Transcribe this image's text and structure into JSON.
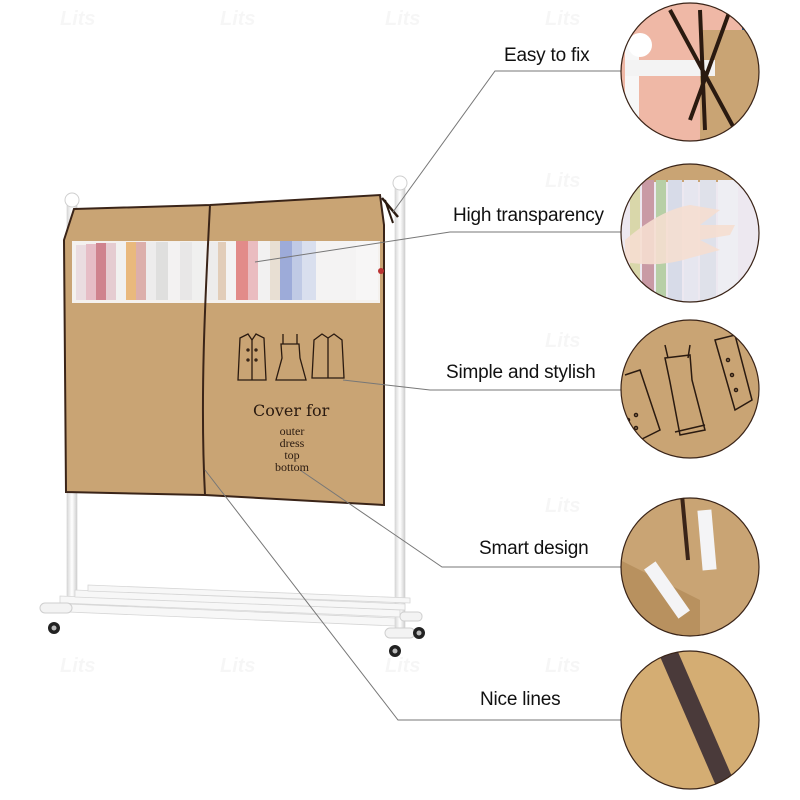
{
  "product": {
    "name": "Garment rack dust cover",
    "cover_text": {
      "title": "Cover for",
      "items": [
        "outer",
        "dress",
        "top",
        "bottom"
      ]
    },
    "watermark": "Lits"
  },
  "callouts": [
    {
      "label": "Easy to fix",
      "detail": "tie-strap-closeup"
    },
    {
      "label": "High transparency",
      "detail": "transparent-window-closeup"
    },
    {
      "label": "Simple and stylish",
      "detail": "clothing-print-closeup"
    },
    {
      "label": "Smart design",
      "detail": "velcro-strip-closeup"
    },
    {
      "label": "Nice lines",
      "detail": "edge-binding-closeup"
    }
  ],
  "colors": {
    "cover": "#c9a474",
    "cover_dark": "#b8915f",
    "binding": "#3a2418",
    "frame": "#f2f2f2",
    "line": "#666666"
  }
}
